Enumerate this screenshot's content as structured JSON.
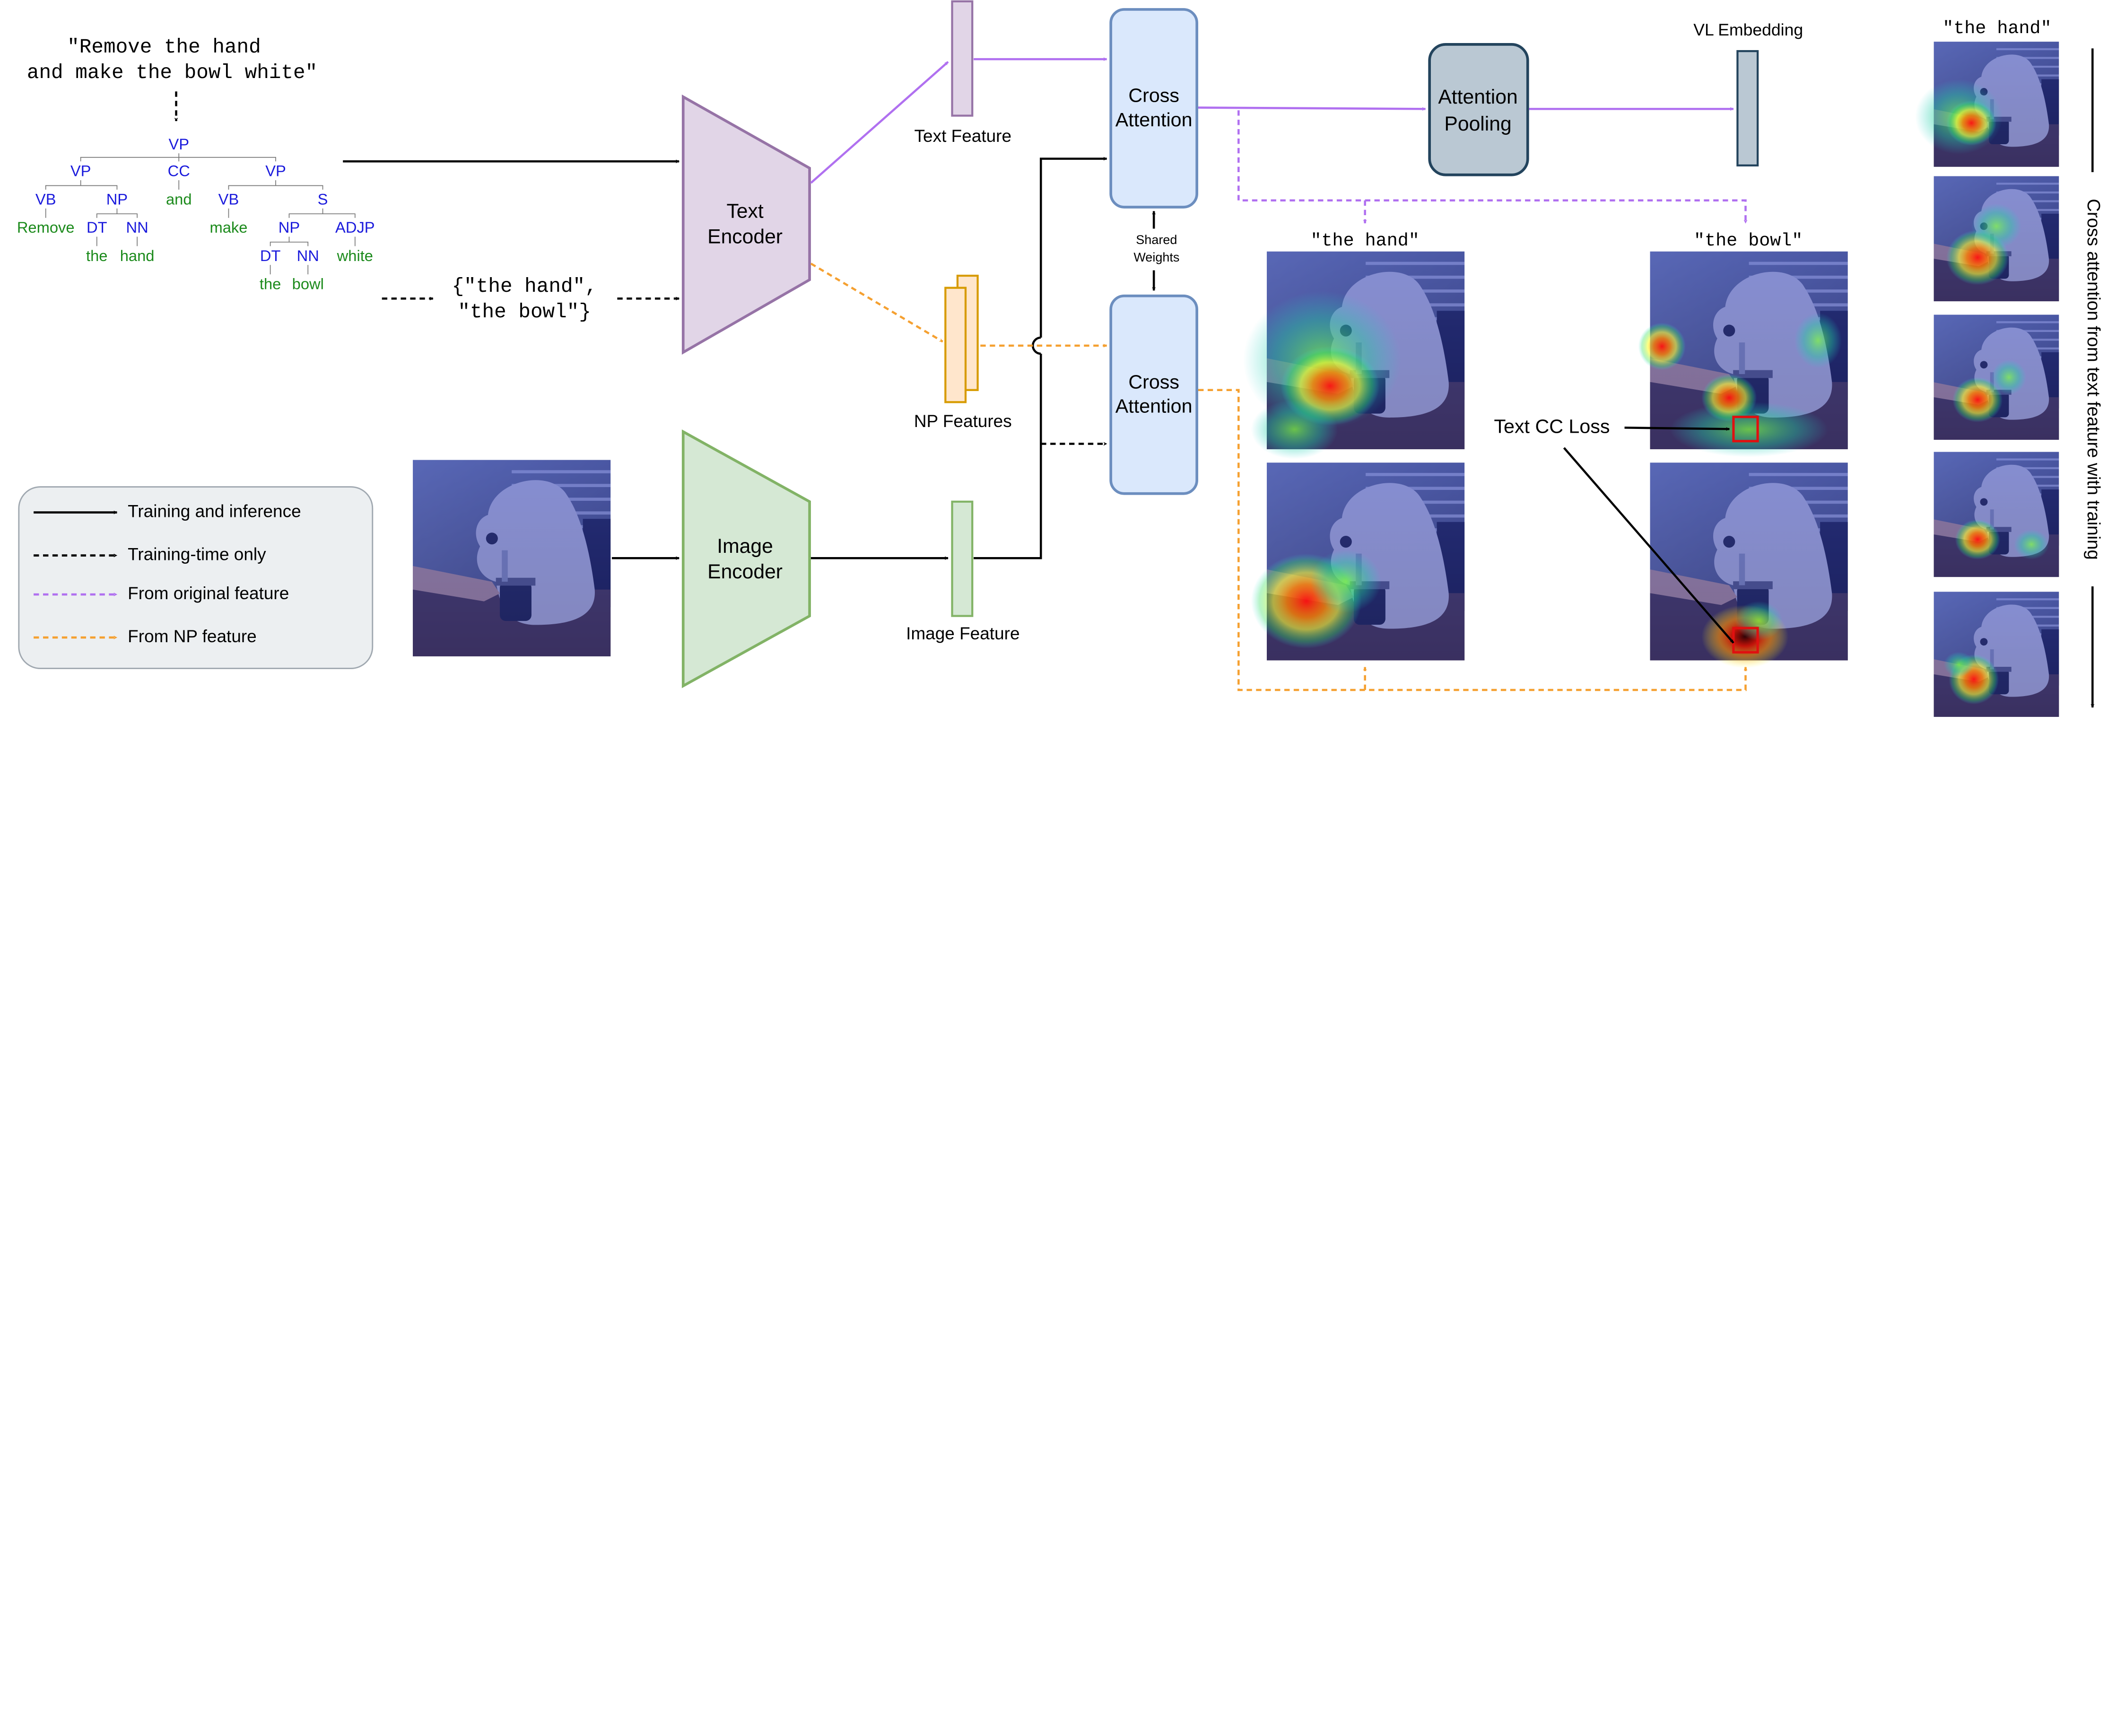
{
  "sentence": {
    "line1": "\"Remove the hand",
    "line2": "and make the bowl white\""
  },
  "noun_phrases": {
    "line1": "{\"the hand\",",
    "line2": "\"the bowl\"}"
  },
  "parse_tree": {
    "root": "VP",
    "vp1": "VP",
    "cc": "CC",
    "vp2": "VP",
    "vb1": "VB",
    "np1": "NP",
    "and": "and",
    "vb2": "VB",
    "s": "S",
    "remove": "Remove",
    "dt1": "DT",
    "nn1": "NN",
    "the1": "the",
    "hand": "hand",
    "make": "make",
    "np2": "NP",
    "adjp": "ADJP",
    "dt2": "DT",
    "nn2": "NN",
    "white": "white",
    "the2": "the",
    "bowl": "bowl"
  },
  "legend": {
    "training_inference": "Training and inference",
    "training_only": "Training-time only",
    "from_original": "From original feature",
    "from_np": "From NP feature"
  },
  "blocks": {
    "text_encoder_1": "Text",
    "text_encoder_2": "Encoder",
    "image_encoder_1": "Image",
    "image_encoder_2": "Encoder",
    "cross_attn_top_1": "Cross",
    "cross_attn_top_2": "Attention",
    "cross_attn_bot_1": "Cross",
    "cross_attn_bot_2": "Attention",
    "attn_pool_1": "Attention",
    "attn_pool_2": "Pooling",
    "shared_1": "Shared",
    "shared_2": "Weights"
  },
  "features": {
    "text": "Text Feature",
    "np": "NP Features",
    "image": "Image Feature",
    "vl": "VL Embedding"
  },
  "heatmaps": {
    "hand_label": "\"the hand\"",
    "bowl_label": "\"the bowl\"",
    "cc_loss": "Text CC Loss",
    "right_col_label": "\"the hand\"",
    "vertical_caption": "Cross attention from text feature with training"
  },
  "colors": {
    "purple_line": "#b070f0",
    "orange_line": "#f5a030",
    "text_encoder_fill": "#e1d5e7",
    "text_encoder_stroke": "#9673a6",
    "image_encoder_fill": "#d5e8d4",
    "image_encoder_stroke": "#82b366",
    "cross_fill": "#dae8fc",
    "cross_stroke": "#6c8ebf",
    "pool_fill": "#bac8d3",
    "pool_stroke": "#23445d",
    "np_fill": "#ffe6cc",
    "np_stroke": "#d79b00",
    "tree_tag": "#1a1adc",
    "tree_word": "#1b8a1b",
    "legend_fill": "#eceff1",
    "legend_stroke": "#a0a8b0"
  }
}
